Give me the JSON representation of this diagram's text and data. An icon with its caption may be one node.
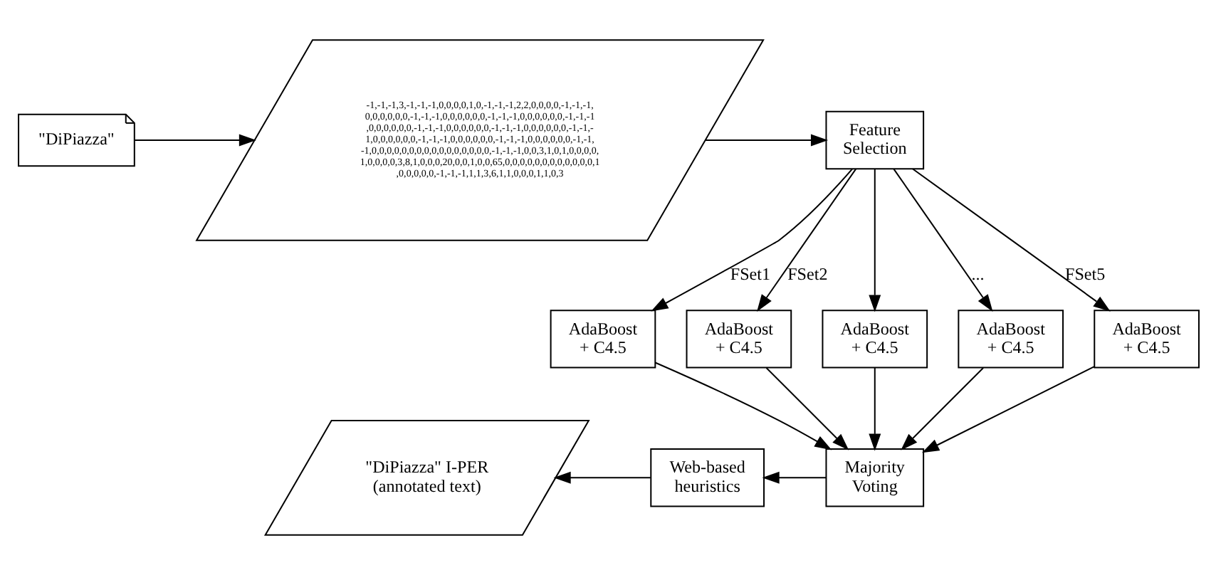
{
  "diagram": {
    "nodes": [
      {
        "text": [
          "\"DiPiazza\""
        ]
      },
      {
        "text": [
          "-1,-1,-1,3,-1,-1,-1,0,0,0,0,1,0,-1,-1,-1,2,2,0,0,0,0,-1,-1,-1, 0,0,0,0,0,0,-1,-1,-1,0,0,0,0,0,0,-1,-1,-1,0,0,0,0,0,0,-1,-1,-1 ,0,0,0,0,0,0,-1,-1,-1,0,0,0,0,0,0,-1,-1,-1,0,0,0,0,0,0,-1,-1,- 1,0,0,0,0,0,0,-1,-1,-1,0,0,0,0,0,0,-1,-1,-1,0,0,0,0,0,0,-1,-1, -1,0,0,0,0,0,0,0,0,0,0,0,0,0,0,0,0,-1,-1,-1,0,0,3,1,0,1,0,0,0,0, 1,0,0,0,0,3,8,1,0,0,0,20,0,0,1,0,0,65,0,0,0,0,0,0,0,0,0,0,0,0,1 ,0,0,0,0,0,-1,-1,-1,1,1,3,6,1,1,0,0,0,1,1,0,3"
        ]
      },
      {
        "text": [
          "Feature Selection"
        ]
      },
      {
        "text": [
          "AdaBoost + C4.5"
        ]
      },
      {
        "text": [
          "AdaBoost + C4.5"
        ]
      },
      {
        "text": [
          "AdaBoost + C4.5"
        ]
      },
      {
        "text": [
          "AdaBoost + C4.5"
        ]
      },
      {
        "text": [
          "AdaBoost + C4.5"
        ]
      },
      {
        "text": [
          "\"DiPiazza\" I-PER (annotated text)"
        ]
      },
      {
        "text": [
          "Web-based heuristics"
        ]
      },
      {
        "text": [
          "Majority Voting"
        ]
      }
    ],
    "edges": [
      {
        "from": 0,
        "to": 1,
        "arrow": "to"
      },
      {
        "from": 1,
        "to": 2,
        "arrow": "to"
      },
      {
        "from": 2,
        "to": 3,
        "arrow": "to",
        "label": "FSet1"
      },
      {
        "from": 2,
        "to": 4,
        "arrow": "to",
        "label": "FSet2"
      },
      {
        "from": 2,
        "to": 5,
        "arrow": "to"
      },
      {
        "from": 2,
        "to": 6,
        "arrow": "to",
        "label": "..."
      },
      {
        "from": 2,
        "to": 7,
        "arrow": "to",
        "label": "FSet5"
      },
      {
        "from": 3,
        "to": 10,
        "arrow": "to"
      },
      {
        "from": 4,
        "to": 10,
        "arrow": "to"
      },
      {
        "from": 5,
        "to": 10,
        "arrow": "to"
      },
      {
        "from": 6,
        "to": 10,
        "arrow": "to"
      },
      {
        "from": 7,
        "to": 10,
        "arrow": "to"
      },
      {
        "from": 10,
        "to": 9,
        "arrow": "to"
      },
      {
        "from": 9,
        "to": 8,
        "arrow": "to"
      }
    ]
  }
}
